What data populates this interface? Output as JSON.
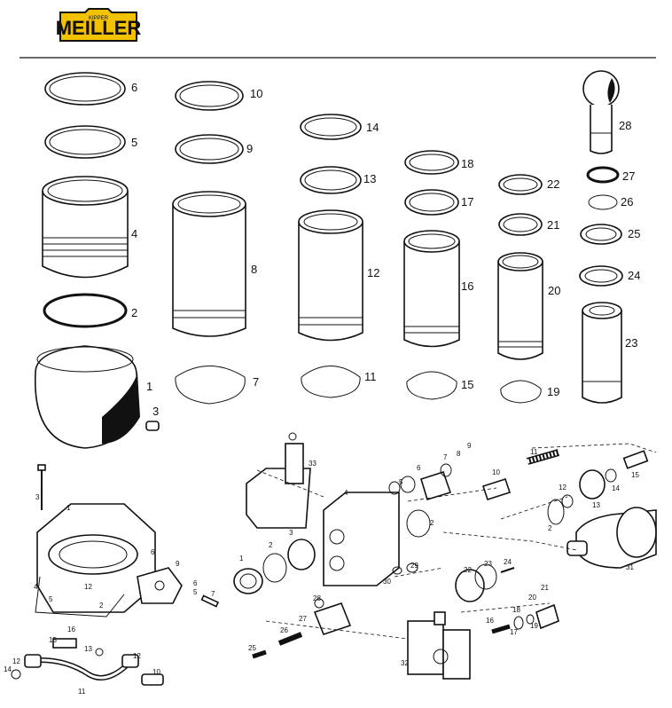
{
  "logo": {
    "text": "MEILLER",
    "sub": "KIPPER",
    "color": "#f2c200"
  },
  "top_labels": [
    "6",
    "5",
    "4",
    "2",
    "1",
    "3",
    "10",
    "9",
    "8",
    "7",
    "14",
    "13",
    "12",
    "11",
    "18",
    "17",
    "16",
    "15",
    "22",
    "21",
    "20",
    "19",
    "28",
    "27",
    "26",
    "25",
    "24",
    "23"
  ],
  "bottom_left_labels": [
    "3",
    "1",
    "6",
    "9",
    "4",
    "5",
    "2",
    "12",
    "6",
    "5",
    "7",
    "16",
    "15",
    "13",
    "12",
    "14",
    "12",
    "11",
    "10"
  ],
  "bottom_right_labels": [
    "33",
    "4",
    "5",
    "6",
    "7",
    "8",
    "9",
    "10",
    "11",
    "12",
    "13",
    "14",
    "15",
    "1",
    "2",
    "3",
    "2",
    "2",
    "31",
    "29",
    "30",
    "28",
    "27",
    "26",
    "25",
    "22",
    "23",
    "24",
    "16",
    "17",
    "18",
    "19",
    "20",
    "21",
    "32"
  ]
}
